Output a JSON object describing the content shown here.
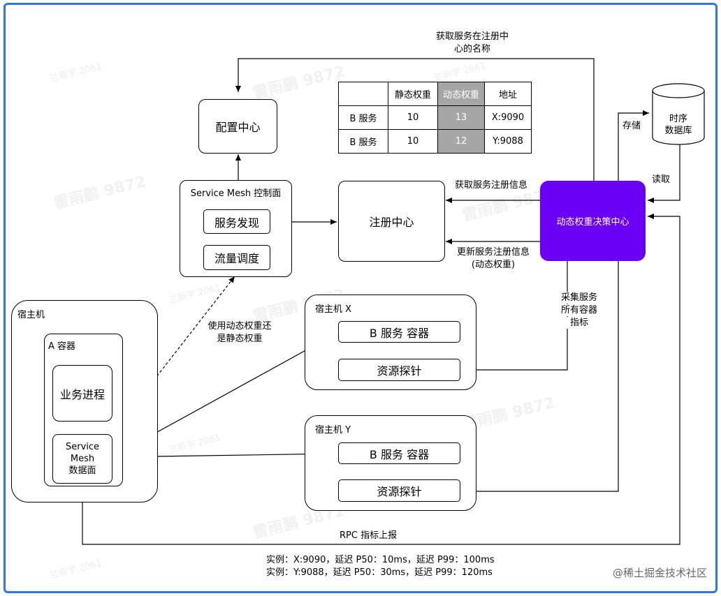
{
  "watermarks": {
    "name": "雷雨鹏 9872",
    "small": "兰新宇 2061"
  },
  "config_center": {
    "label": "配置中心"
  },
  "control_plane": {
    "title": "Service Mesh 控制面",
    "service_discovery": "服务发现",
    "traffic_scheduling": "流量调度"
  },
  "registry": {
    "label": "注册中心"
  },
  "decision_center": {
    "label": "动态权重决策中心",
    "color": "#6a00f4"
  },
  "tsdb": {
    "line1": "时序",
    "line2": "数据库"
  },
  "weight_table": {
    "headers": [
      "",
      "静态权重",
      "动态权重",
      "地址"
    ],
    "rows": [
      [
        "B 服务",
        "10",
        "13",
        "X:9090"
      ],
      [
        "B 服务",
        "10",
        "12",
        "Y:9088"
      ]
    ],
    "highlight_color": "#a6a6a6"
  },
  "host_left": {
    "title": "宿主机",
    "container_title": "A 容器",
    "business_process": "业务进程",
    "data_plane": {
      "line1": "Service",
      "line2": "Mesh",
      "line3": "数据面"
    }
  },
  "host_x": {
    "title": "宿主机 X",
    "service": "B 服务 容器",
    "probe": "资源探针"
  },
  "host_y": {
    "title": "宿主机 Y",
    "service": "B 服务 容器",
    "probe": "资源探针"
  },
  "labels": {
    "get_name_line1": "获取服务在注册中",
    "get_name_line2": "心的名称",
    "store": "存储",
    "read": "读取",
    "get_reg_info": "获取服务注册信息",
    "update_reg_line1": "更新服务注册信息",
    "update_reg_line2": "(动态权重)",
    "collect_line1": "采集服务",
    "collect_line2": "所有容器",
    "collect_line3": "指标",
    "use_weight_line1": "使用动态权重还",
    "use_weight_line2": "是静态权重",
    "rpc_report": "RPC 指标上报",
    "instance_x": "实例：X:9090，延迟 P50：10ms，延迟 P99：100ms",
    "instance_y": "实例：Y:9088，延迟 P50：30ms，延迟 P99：120ms"
  },
  "credit": "@稀土掘金技术社区",
  "frame_color": "#2f76e0"
}
